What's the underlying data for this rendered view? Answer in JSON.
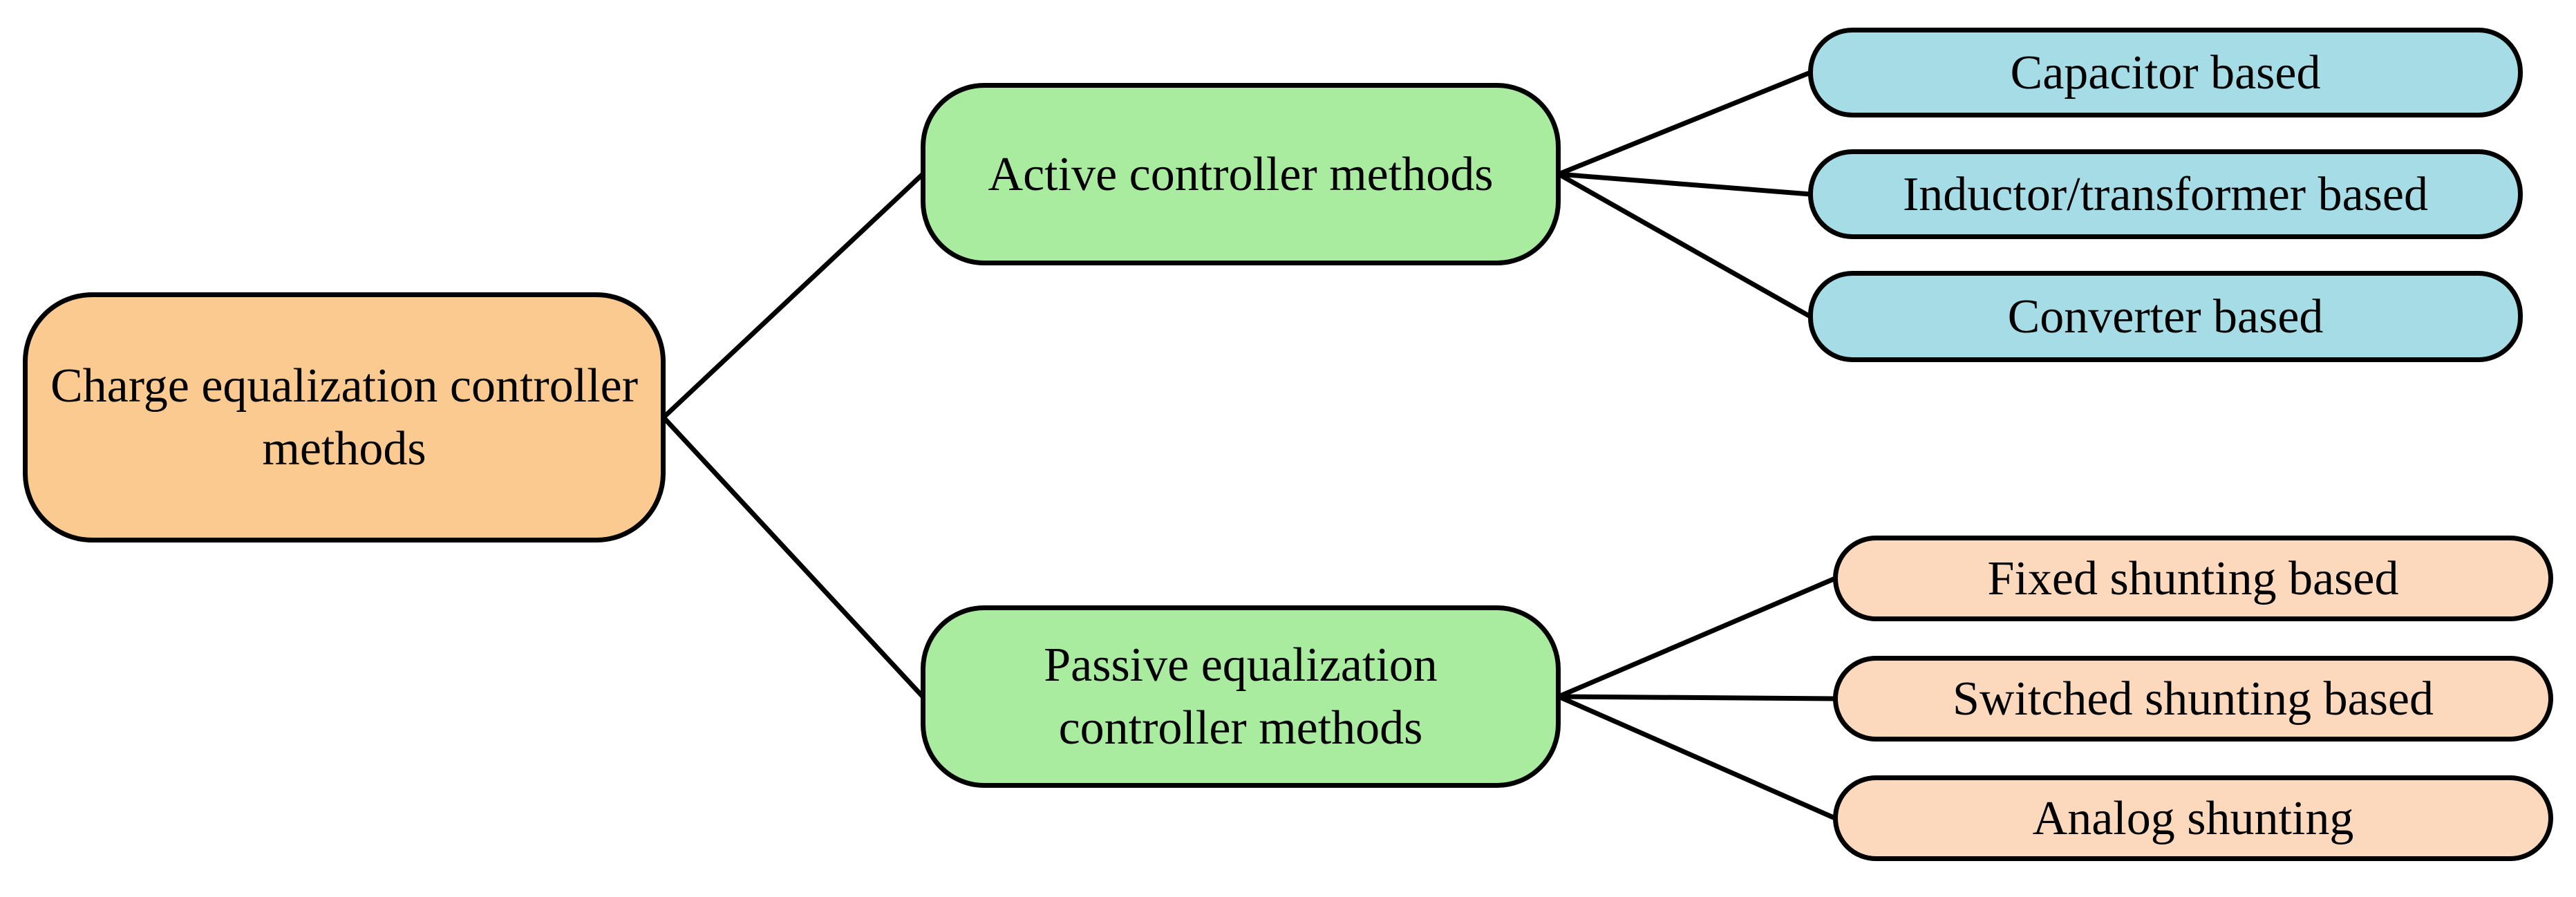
{
  "diagram": {
    "nodes": {
      "root": {
        "label": "Charge equalization controller methods",
        "fill": "#fbca90"
      },
      "active": {
        "label": "Active controller methods",
        "fill": "#a9ec9f"
      },
      "passive": {
        "label": "Passive equalization controller methods",
        "fill": "#a9ec9f"
      },
      "capacitor": {
        "label": "Capacitor based",
        "fill": "#a5dce6"
      },
      "inductor": {
        "label": "Inductor/transformer based",
        "fill": "#a5dce6"
      },
      "converter": {
        "label": "Converter based",
        "fill": "#a5dce6"
      },
      "fixed": {
        "label": "Fixed shunting based",
        "fill": "#fcd9bc"
      },
      "switched": {
        "label": "Switched shunting based",
        "fill": "#fcd9bc"
      },
      "analog": {
        "label": "Analog shunting",
        "fill": "#fcd9bc"
      }
    },
    "edges": [
      {
        "from": "root",
        "to": "active"
      },
      {
        "from": "root",
        "to": "passive"
      },
      {
        "from": "active",
        "to": "capacitor"
      },
      {
        "from": "active",
        "to": "inductor"
      },
      {
        "from": "active",
        "to": "converter"
      },
      {
        "from": "passive",
        "to": "fixed"
      },
      {
        "from": "passive",
        "to": "switched"
      },
      {
        "from": "passive",
        "to": "analog"
      }
    ],
    "colors": {
      "line": "#000000",
      "border": "#000000",
      "background": "#ffffff"
    },
    "line_width": 7
  }
}
